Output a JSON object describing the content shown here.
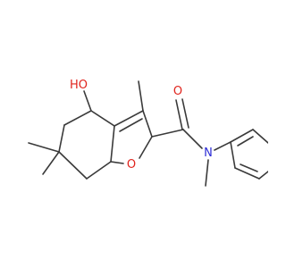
{
  "molecule": {
    "atom_labels": {
      "hydroxyl": "HO",
      "carbonyl_oxygen": "O",
      "amide_nitrogen": "N",
      "furan_oxygen": "O"
    },
    "colors": {
      "bond": "#3a3a3a",
      "oxygen": "#e0231c",
      "nitrogen": "#2b2bd6"
    }
  }
}
